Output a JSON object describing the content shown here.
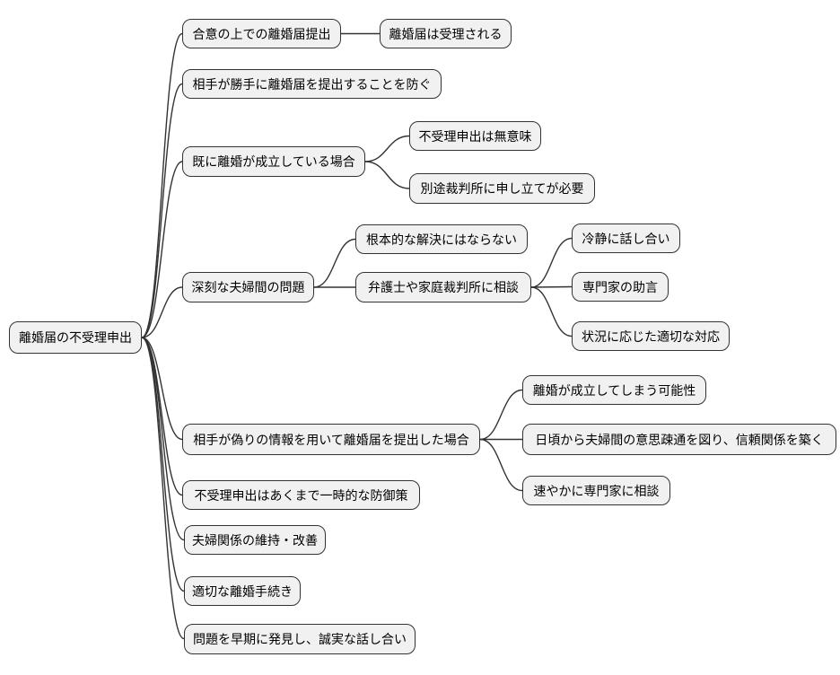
{
  "diagram": {
    "type": "mindmap",
    "colors": {
      "background": "#ffffff",
      "node_fill": "#f1f1f1",
      "node_border": "#333333",
      "edge": "#333333",
      "text": "#000000"
    },
    "root": {
      "label": "離婚届の不受理申出",
      "children": [
        {
          "label": "合意の上での離婚届提出",
          "children": [
            {
              "label": "離婚届は受理される"
            }
          ]
        },
        {
          "label": "相手が勝手に離婚届を提出することを防ぐ"
        },
        {
          "label": "既に離婚が成立している場合",
          "children": [
            {
              "label": "不受理申出は無意味"
            },
            {
              "label": "別途裁判所に申し立てが必要"
            }
          ]
        },
        {
          "label": "深刻な夫婦間の問題",
          "children": [
            {
              "label": "根本的な解決にはならない"
            },
            {
              "label": "弁護士や家庭裁判所に相談",
              "children": [
                {
                  "label": "冷静に話し合い"
                },
                {
                  "label": "専門家の助言"
                },
                {
                  "label": "状況に応じた適切な対応"
                }
              ]
            }
          ]
        },
        {
          "label": "相手が偽りの情報を用いて離婚届を提出した場合",
          "children": [
            {
              "label": "離婚が成立してしまう可能性"
            },
            {
              "label": "日頃から夫婦間の意思疎通を図り、信頼関係を築く"
            },
            {
              "label": "速やかに専門家に相談"
            }
          ]
        },
        {
          "label": "不受理申出はあくまで一時的な防御策"
        },
        {
          "label": "夫婦関係の維持・改善"
        },
        {
          "label": "適切な離婚手続き"
        },
        {
          "label": "問題を早期に発見し、誠実な話し合い"
        }
      ]
    }
  }
}
